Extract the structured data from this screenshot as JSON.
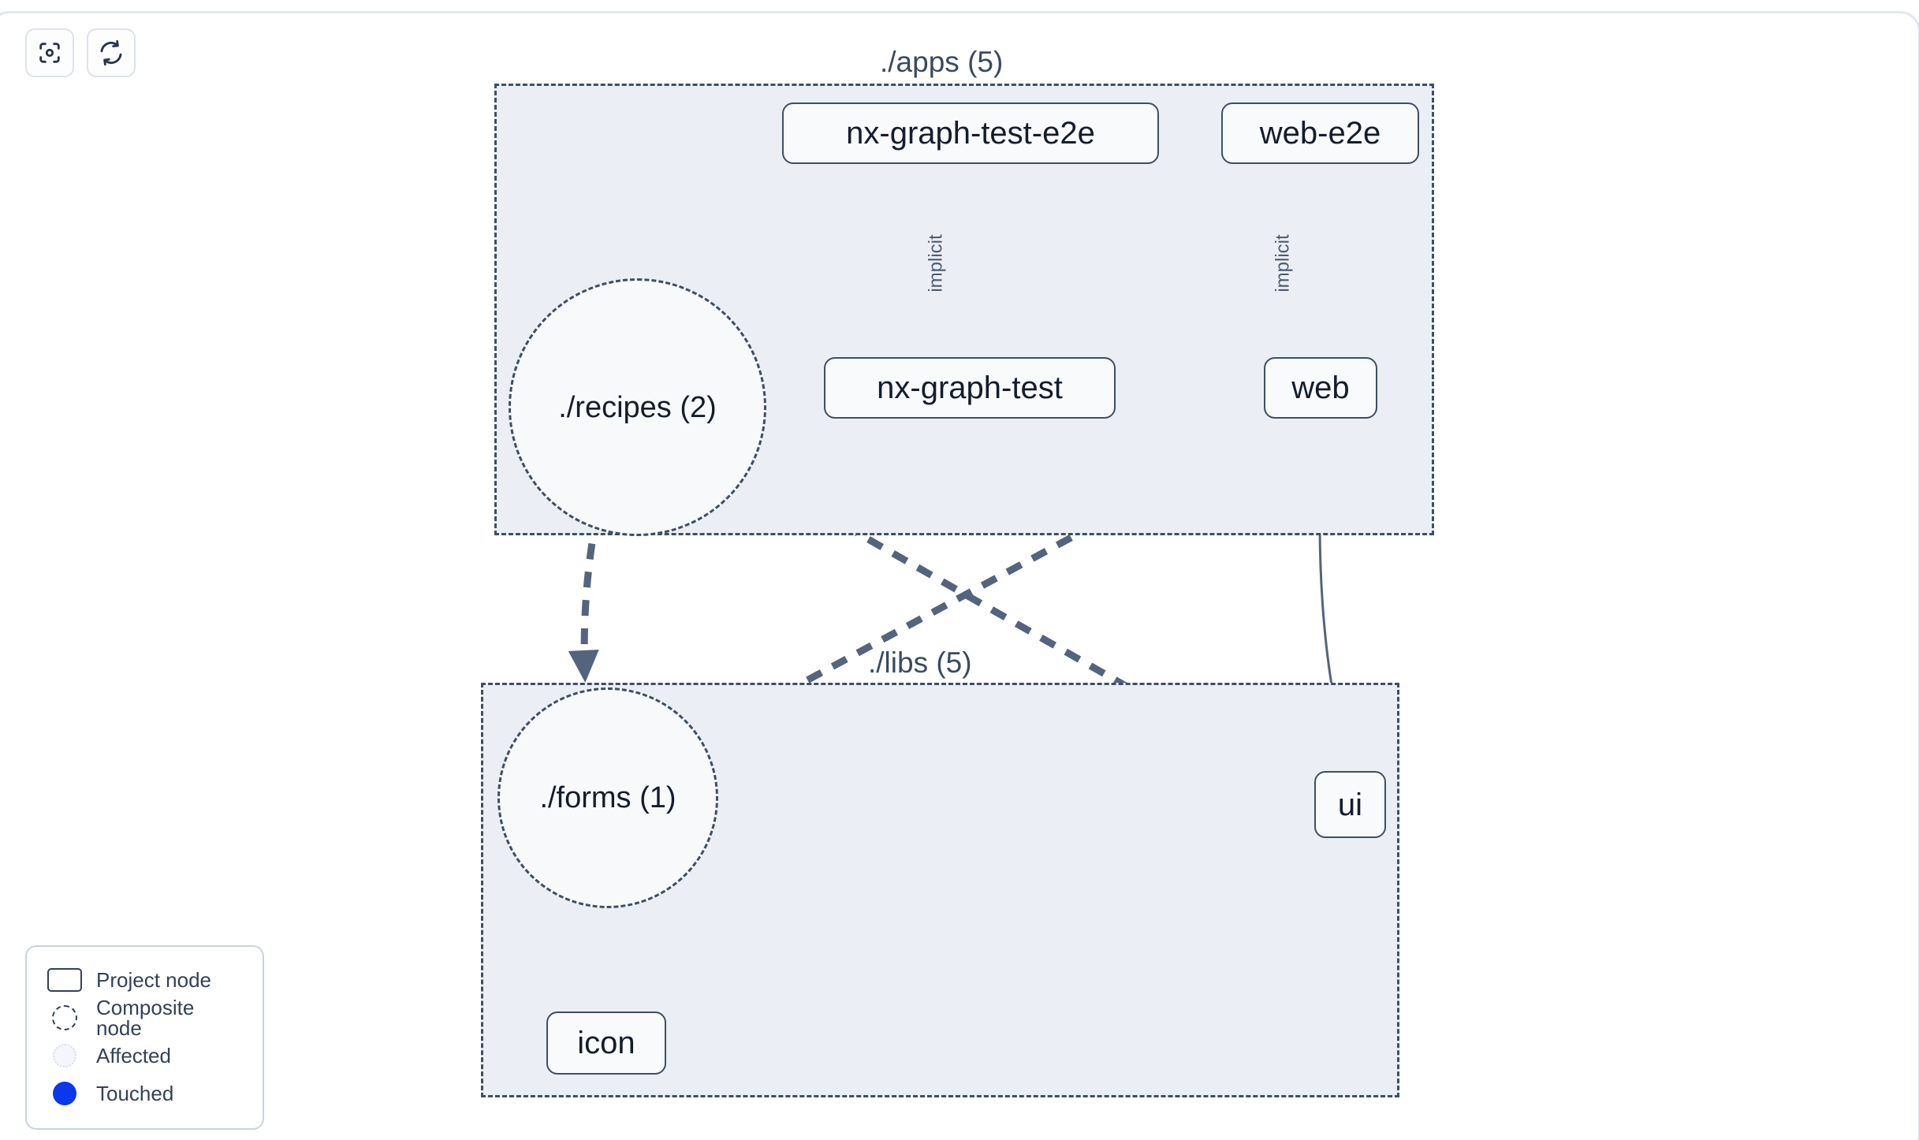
{
  "toolbar": {
    "buttons": [
      {
        "name": "focus-graph-button",
        "icon": "focus-target-icon",
        "label": ""
      },
      {
        "name": "refresh-graph-button",
        "icon": "refresh-icon",
        "label": ""
      }
    ]
  },
  "graph": {
    "groups": [
      {
        "id": "apps",
        "label": "./apps (5)"
      },
      {
        "id": "libs",
        "label": "./libs (5)"
      }
    ],
    "project_nodes": [
      {
        "id": "nx-graph-test-e2e",
        "label": "nx-graph-test-e2e",
        "group": "apps"
      },
      {
        "id": "web-e2e",
        "label": "web-e2e",
        "group": "apps"
      },
      {
        "id": "nx-graph-test",
        "label": "nx-graph-test",
        "group": "apps"
      },
      {
        "id": "web",
        "label": "web",
        "group": "apps"
      },
      {
        "id": "ui",
        "label": "ui",
        "group": "libs"
      },
      {
        "id": "icon",
        "label": "icon",
        "group": "libs"
      }
    ],
    "composite_nodes": [
      {
        "id": "recipes",
        "label": "./recipes (2)",
        "group": "apps"
      },
      {
        "id": "forms",
        "label": "./forms (1)",
        "group": "libs"
      }
    ],
    "edges": [
      {
        "from": "nx-graph-test-e2e",
        "to": "nx-graph-test",
        "label": "implicit",
        "style": "solid"
      },
      {
        "from": "web-e2e",
        "to": "web",
        "label": "implicit",
        "style": "solid"
      },
      {
        "from": "web",
        "to": "ui",
        "label": "",
        "style": "solid"
      },
      {
        "from": "recipes",
        "to": "forms",
        "label": "",
        "style": "dashed"
      },
      {
        "from": "recipes",
        "to": "ui",
        "label": "",
        "style": "dashed"
      },
      {
        "from": "web",
        "to": "forms",
        "label": "",
        "style": "dashed"
      },
      {
        "from": "forms",
        "to": "icon",
        "label": "",
        "style": "dashed"
      }
    ]
  },
  "legend": {
    "items": [
      {
        "swatch": "project-node-swatch",
        "label": "Project node"
      },
      {
        "swatch": "composite-node-swatch",
        "label": "Composite node"
      },
      {
        "swatch": "affected-swatch",
        "label": "Affected"
      },
      {
        "swatch": "touched-swatch",
        "label": "Touched"
      }
    ]
  },
  "colors": {
    "node_stroke": "#3f4e63",
    "node_fill": "#f8fafc",
    "group_fill": "#ebeff5",
    "edge": "#4b5a70",
    "touched": "#0b38ec",
    "text": "#141d2c"
  }
}
